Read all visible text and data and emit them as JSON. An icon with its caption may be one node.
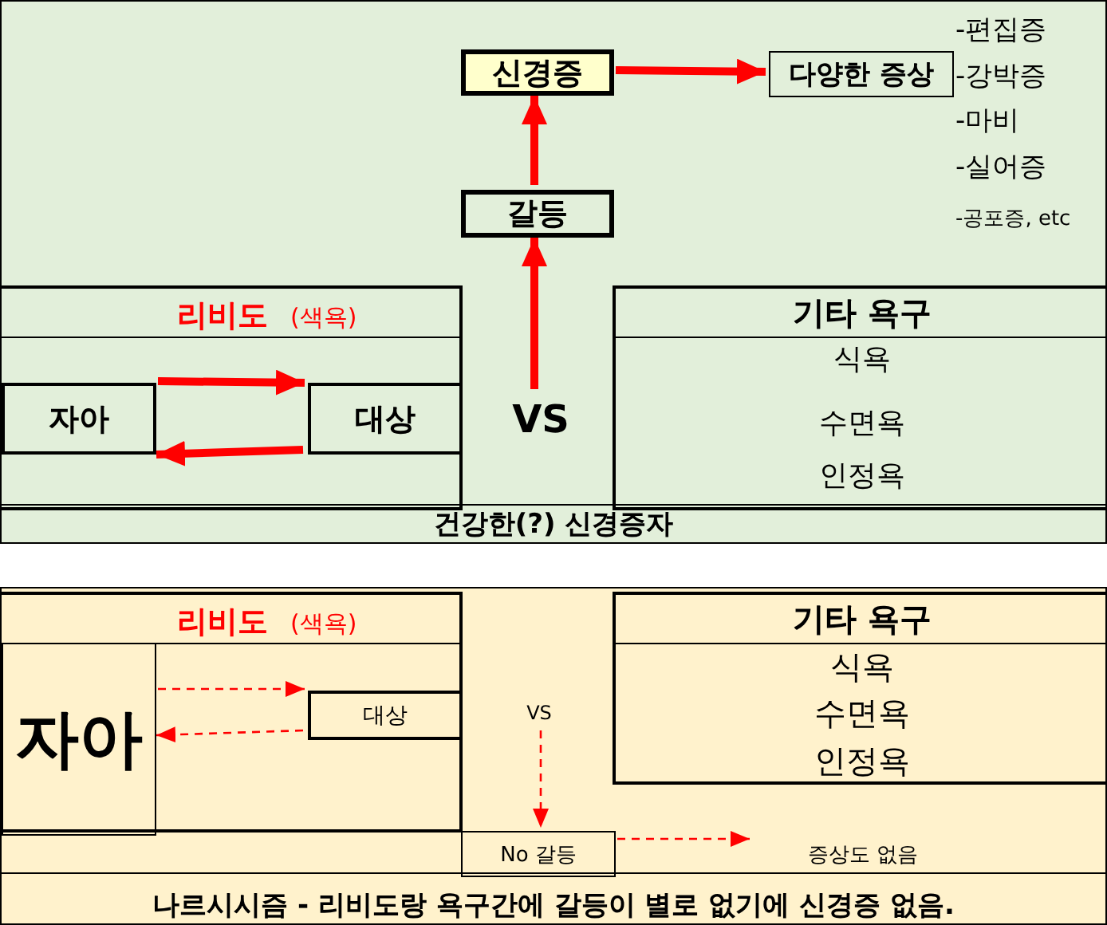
{
  "diagram": {
    "nodes": [
      {
        "text": [
          "건강한(?) 신경증자"
        ]
      },
      {
        "text": [
          "신경증"
        ],
        "in": 0
      },
      {
        "text": [
          "다양한 증상"
        ],
        "in": 0,
        "beside": [
          "-편집증",
          "-강박증",
          "-마비",
          "-실어증",
          "-공포증, etc"
        ]
      },
      {
        "text": [
          "갈등"
        ],
        "in": 0
      },
      {
        "text": [
          "리비도",
          "(색욕)"
        ],
        "in": 0
      },
      {
        "text": [
          "자아"
        ],
        "in": 4
      },
      {
        "text": [
          "대상"
        ],
        "in": 4
      },
      {
        "text": [
          "VS"
        ],
        "in": 0
      },
      {
        "text": [
          "기타 욕구",
          "식욕",
          "수면욕",
          "인정욕"
        ],
        "in": 0
      },
      {
        "text": [
          "나르시시즘 - 리비도랑 욕구간에 갈등이 별로 없기에 신경증 없음."
        ]
      },
      {
        "text": [
          "리비도",
          "(색욕)"
        ],
        "in": 9
      },
      {
        "text": [
          "자아"
        ],
        "in": 10
      },
      {
        "text": [
          "대상"
        ],
        "in": 10
      },
      {
        "text": [
          "VS"
        ],
        "in": 9
      },
      {
        "text": [
          "기타 욕구",
          "식욕",
          "수면욕",
          "인정욕"
        ],
        "in": 9
      },
      {
        "text": [
          "No 갈등"
        ],
        "in": 9
      },
      {
        "text": [
          "증상도 없음"
        ],
        "in": 9
      }
    ],
    "edges": [
      {
        "from": 7,
        "to": 3,
        "arrow": "to",
        "color": "#ff0000"
      },
      {
        "from": 3,
        "to": 1,
        "arrow": "to",
        "color": "#ff0000"
      },
      {
        "from": 1,
        "to": 2,
        "arrow": "to",
        "color": "#ff0000"
      },
      {
        "from": 5,
        "to": 6,
        "arrow": "to",
        "color": "#ff0000"
      },
      {
        "from": 6,
        "to": 5,
        "arrow": "to",
        "color": "#ff0000"
      },
      {
        "from": 11,
        "to": 12,
        "arrow": "to",
        "style": "dashed",
        "color": "#ff0000"
      },
      {
        "from": 12,
        "to": 11,
        "arrow": "to",
        "style": "dashed",
        "color": "#ff0000"
      },
      {
        "from": 13,
        "to": 15,
        "arrow": "to",
        "style": "dashed",
        "color": "#ff0000"
      },
      {
        "from": 15,
        "to": 16,
        "arrow": "to",
        "style": "dashed",
        "color": "#ff0000"
      }
    ]
  }
}
